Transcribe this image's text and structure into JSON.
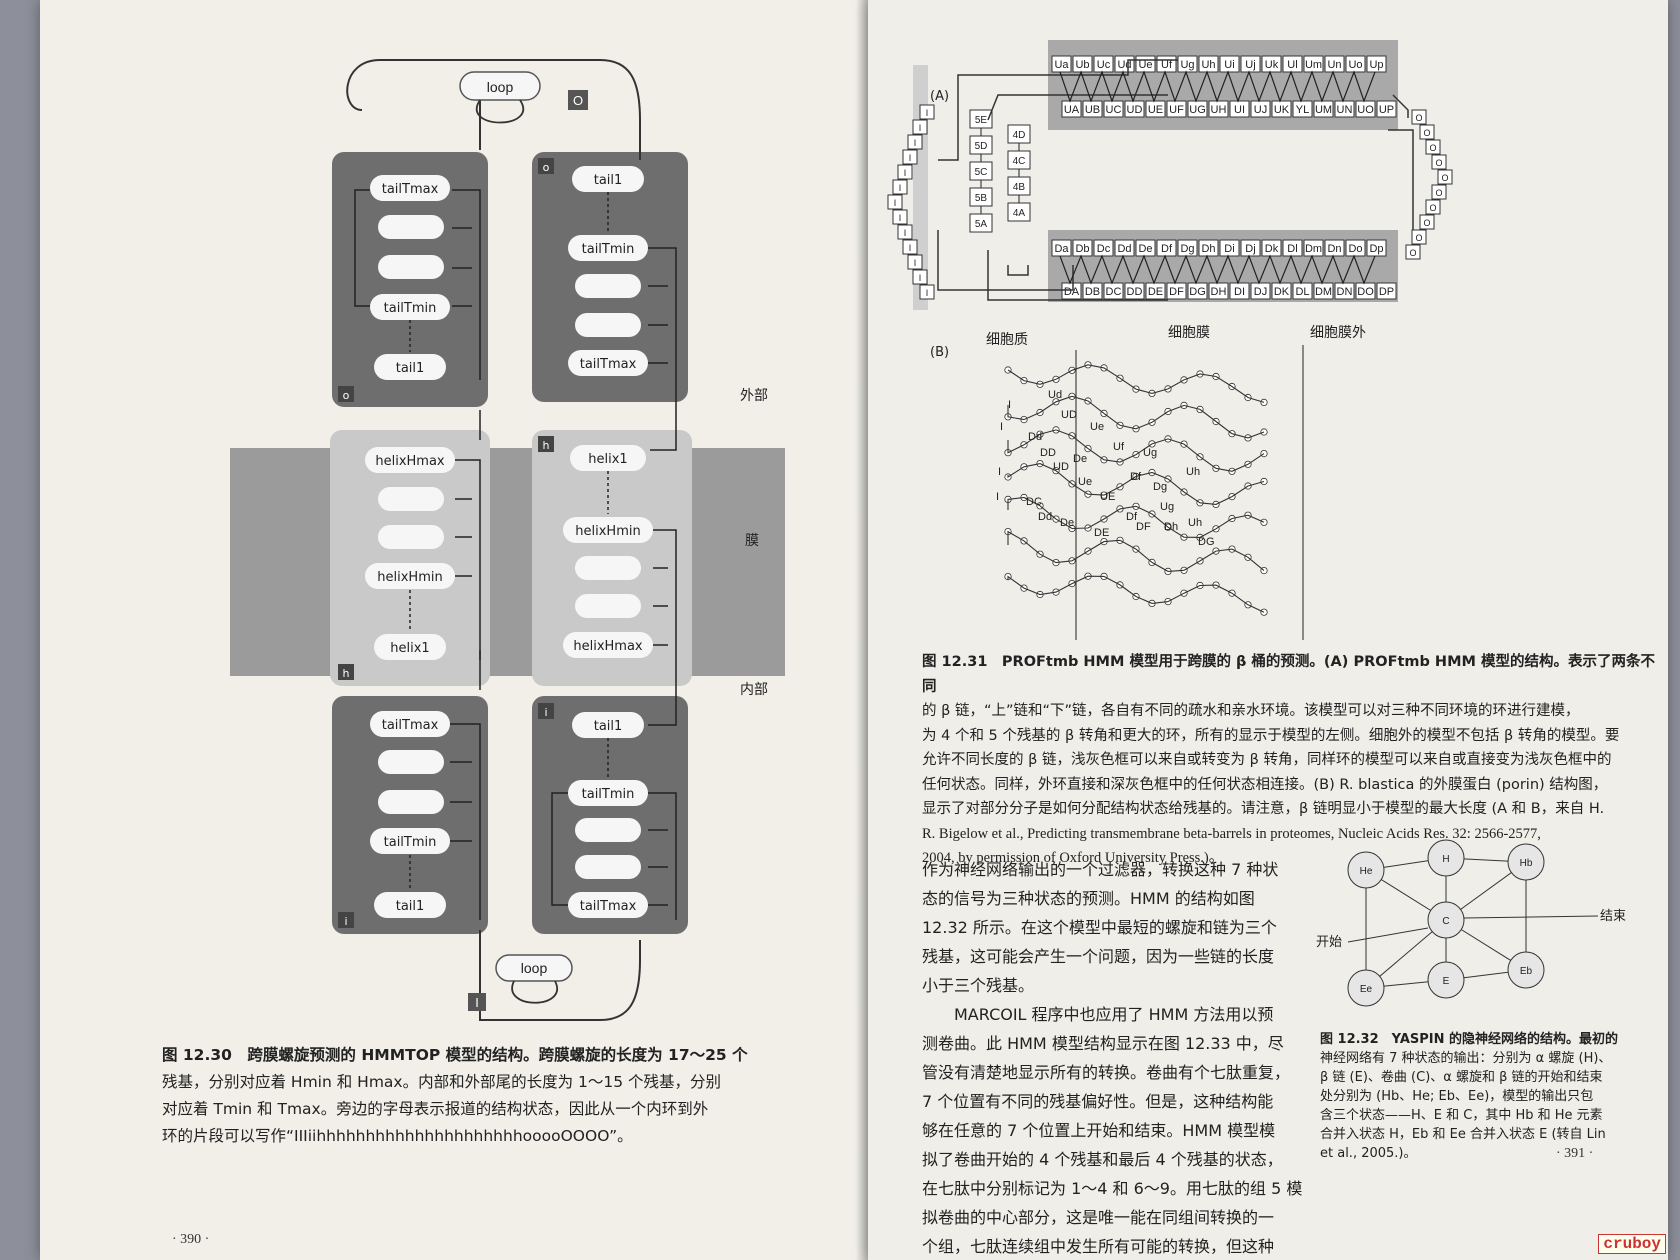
{
  "fig1230": {
    "top_loop": "loop",
    "top_tag": "O",
    "outer_left_top": "tailTmax",
    "outer_left_bottom": "tailTmin",
    "outer_left_first": "tail1",
    "outer_left_tag": "o",
    "outer_right_tag": "o",
    "outer_right_first": "tail1",
    "outer_right_min": "tailTmin",
    "outer_right_max": "tailTmax",
    "helix_left_top": "helixHmax",
    "helix_left_bottom": "helixHmin",
    "helix_left_first": "helix1",
    "helix_left_tag": "h",
    "helix_right_tag": "h",
    "helix_right_first": "helix1",
    "helix_right_min": "helixHmin",
    "helix_right_max": "helixHmax",
    "inner_left_top": "tailTmax",
    "inner_left_bottom": "tailTmin",
    "inner_left_first": "tail1",
    "inner_left_tag": "i",
    "inner_right_tag": "i",
    "inner_right_first": "tail1",
    "inner_right_min": "tailTmin",
    "inner_right_max": "tailTmax",
    "bottom_loop": "loop",
    "bottom_tag": "I",
    "label_outside": "外部",
    "label_membrane": "膜",
    "label_inside": "内部"
  },
  "fig1231": {
    "panel_a": "(A)",
    "panel_b": "(B)",
    "up_top": [
      "Ua",
      "Ub",
      "Uc",
      "Ud",
      "Ue",
      "Uf",
      "Ug",
      "Uh",
      "Ui",
      "Uj",
      "Uk",
      "Ul",
      "Um",
      "Un",
      "Uo",
      "Up"
    ],
    "up_bottom": [
      "UA",
      "UB",
      "UC",
      "UD",
      "UE",
      "UF",
      "UG",
      "UH",
      "UI",
      "UJ",
      "UK",
      "YL",
      "UM",
      "UN",
      "UO",
      "UP"
    ],
    "down_top": [
      "Da",
      "Db",
      "Dc",
      "Dd",
      "De",
      "Df",
      "Dg",
      "Dh",
      "Di",
      "Dj",
      "Dk",
      "Dl",
      "Dm",
      "Dn",
      "Do",
      "Dp"
    ],
    "down_bottom": [
      "DA",
      "DB",
      "DC",
      "DD",
      "DE",
      "DF",
      "DG",
      "DH",
      "DI",
      "DJ",
      "DK",
      "DL",
      "DM",
      "DN",
      "DO",
      "DP"
    ],
    "turn_left": [
      "5E",
      "5D",
      "5C",
      "5B",
      "5A"
    ],
    "turn_right": [
      "4D",
      "4C",
      "4B",
      "4A"
    ],
    "left_stack_letter": "I",
    "right_stack_letter": "O",
    "label_cytoplasm": "细胞质",
    "label_membrane": "细胞膜",
    "label_extracellular": "细胞膜外",
    "strand_labels": [
      "I",
      "Ud",
      "UD",
      "Ue",
      "Dd",
      "DD",
      "De",
      "Uf",
      "Ug",
      "UD",
      "Ue",
      "UE",
      "Df",
      "Dg",
      "Uh",
      "DC",
      "Dd",
      "De",
      "DE",
      "Df",
      "Ug",
      "DG",
      "Uh",
      "Dh",
      "DF",
      "I",
      "I",
      "I"
    ]
  },
  "fig1232": {
    "nodes": [
      "He",
      "H",
      "Hb",
      "C",
      "Ee",
      "E",
      "Eb"
    ],
    "start": "开始",
    "end": "结束"
  },
  "captions": {
    "c1230_lines": [
      "图 12.30　跨膜螺旋预测的 HMMTOP 模型的结构。跨膜螺旋的长度为 17～25 个",
      "残基，分别对应着 Hmin 和 Hmax。内部和外部尾的长度为 1～15 个残基，分别",
      "对应着 Tmin 和 Tmax。旁边的字母表示报道的结构状态，因此从一个内环到外",
      "环的片段可以写作“IIIiihhhhhhhhhhhhhhhhhhhhhooooOOOO”。"
    ],
    "c1231_lines": [
      "图 12.31　PROFtmb HMM 模型用于跨膜的 β 桶的预测。(A) PROFtmb HMM 模型的结构。表示了两条不同",
      "的 β 链，“上”链和“下”链，各自有不同的疏水和亲水环境。该模型可以对三种不同环境的环进行建模，",
      "为 4 个和 5 个残基的 β 转角和更大的环，所有的显示于模型的左侧。细胞外的模型不包括 β 转角的模型。要",
      "允许不同长度的 β 链，浅灰色框可以来自或转变为 β 转角，同样环的模型可以来自或直接变为浅灰色框中的",
      "任何状态。同样，外环直接和深灰色框中的任何状态相连接。(B) R. blastica 的外膜蛋白 (porin) 结构图，",
      "显示了对部分分子是如何分配结构状态给残基的。请注意，β 链明显小于模型的最大长度 (A 和 B，来自 H.",
      "R. Bigelow et al., Predicting transmembrane beta-barrels in proteomes, Nucleic Acids Res. 32: 2566-2577,",
      "2004, by permission of Oxford University Press.)。"
    ],
    "c1232_lines": [
      "图 12.32　YASPIN 的隐神经网络的结构。最初的",
      "神经网络有 7 种状态的输出：分别为 α 螺旋 (H)、",
      "β 链 (E)、卷曲 (C)、α 螺旋和 β 链的开始和结束",
      "处分别为 (Hb、He; Eb、Ee)，模型的输出只包",
      "含三个状态——H、E 和 C，其中 Hb 和 He 元素",
      "合并入状态 H，Eb 和 Ee 合并入状态 E (转自 Lin",
      "et al., 2005.)。"
    ]
  },
  "body_lines": [
    "作为神经网络输出的一个过滤器，转换这种 7 种状",
    "态的信号为三种状态的预测。HMM 的结构如图",
    "12.32 所示。在这个模型中最短的螺旋和链为三个",
    "残基，这可能会产生一个问题，因为一些链的长度",
    "小于三个残基。",
    "　　MARCOIL 程序中也应用了 HMM 方法用以预",
    "测卷曲。此 HMM 模型结构显示在图 12.33 中，尽",
    "管没有清楚地显示所有的转换。卷曲有个七肽重复，",
    "7 个位置有不同的残基偏好性。但是，这种结构能",
    "够在任意的 7 个位置上开始和结束。HMM 模型模",
    "拟了卷曲开始的 4 个残基和最后 4 个残基的状态，",
    "在七肽中分别标记为 1～4 和 6～9。用七肽的组 5 模",
    "拟卷曲的中心部分，这是唯一能在同组间转换的一",
    "个组，七肽连续组中发生所有可能的转换，但这种"
  ],
  "page_left": "· 390 ·",
  "page_right": "· 391 ·",
  "watermark": "cruboy"
}
